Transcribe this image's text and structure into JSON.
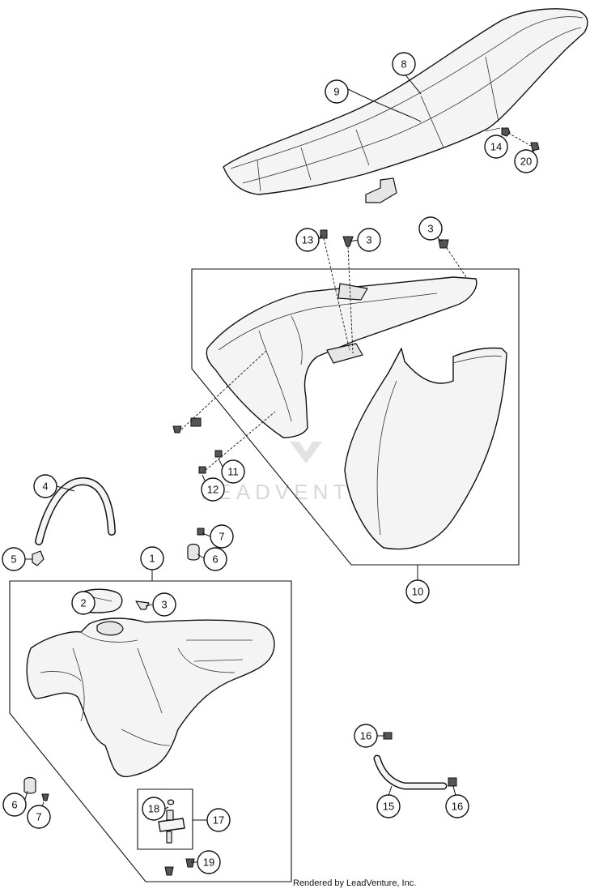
{
  "diagram": {
    "callouts": [
      {
        "id": "c1",
        "label": "1"
      },
      {
        "id": "c2",
        "label": "2"
      },
      {
        "id": "c3a",
        "label": "3"
      },
      {
        "id": "c3b",
        "label": "3"
      },
      {
        "id": "c3c",
        "label": "3"
      },
      {
        "id": "c4",
        "label": "4"
      },
      {
        "id": "c5",
        "label": "5"
      },
      {
        "id": "c6a",
        "label": "6"
      },
      {
        "id": "c6b",
        "label": "6"
      },
      {
        "id": "c7a",
        "label": "7"
      },
      {
        "id": "c7b",
        "label": "7"
      },
      {
        "id": "c8",
        "label": "8"
      },
      {
        "id": "c9",
        "label": "9"
      },
      {
        "id": "c10",
        "label": "10"
      },
      {
        "id": "c11",
        "label": "11"
      },
      {
        "id": "c12",
        "label": "12"
      },
      {
        "id": "c13",
        "label": "13"
      },
      {
        "id": "c14",
        "label": "14"
      },
      {
        "id": "c15",
        "label": "15"
      },
      {
        "id": "c16a",
        "label": "16"
      },
      {
        "id": "c16b",
        "label": "16"
      },
      {
        "id": "c17",
        "label": "17"
      },
      {
        "id": "c18",
        "label": "18"
      },
      {
        "id": "c19",
        "label": "19"
      },
      {
        "id": "c20",
        "label": "20"
      }
    ],
    "watermark": "LEADVENTURE",
    "credit": "Rendered by LeadVenture, Inc."
  }
}
